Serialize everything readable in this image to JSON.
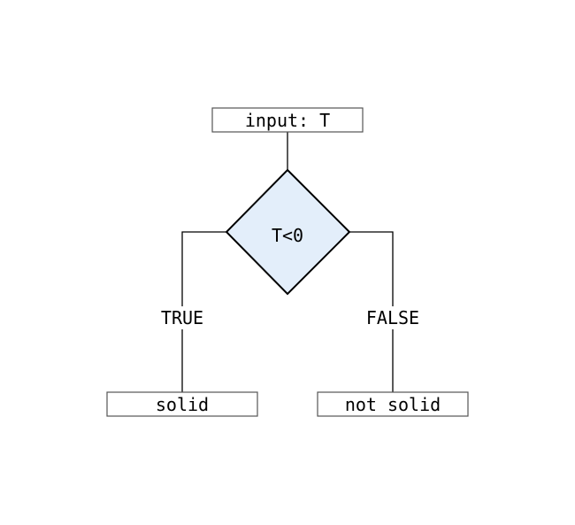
{
  "nodes": {
    "input": "input: T",
    "condition": "T<0",
    "true_result": "solid",
    "false_result": "not solid"
  },
  "edges": {
    "true_label": "TRUE",
    "false_label": "FALSE"
  },
  "colors": {
    "decision_fill": "#e3eefa",
    "line": "#000000",
    "box_border": "#555555"
  }
}
